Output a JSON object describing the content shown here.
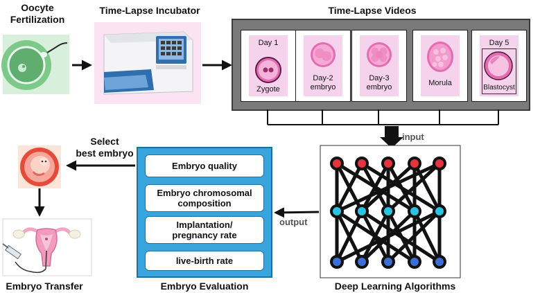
{
  "titles": {
    "oocyte": "Oocyte\nFertilization",
    "incubator": "Time-Lapse Incubator",
    "videos": "Time-Lapse Videos",
    "select": "Select\nbest embryo",
    "transfer": "Embryo Transfer",
    "evaluation": "Embryo Evaluation",
    "deep_learning": "Deep Learning Algorithms"
  },
  "arrow_labels": {
    "input": "input",
    "output": "output"
  },
  "frames": [
    {
      "top": "Day 1",
      "bottom": "Zygote"
    },
    {
      "top": "",
      "bottom": "Day-2\nembryo"
    },
    {
      "top": "",
      "bottom": "Day-3\nembryo"
    },
    {
      "top": "",
      "bottom": "Morula"
    },
    {
      "top": "Day 5",
      "bottom": "Blastocyst"
    }
  ],
  "evaluation_items": [
    "Embryo quality",
    "Embryo chromosomal\ncomposition",
    "Implantation/\npregnancy rate",
    "live-birth rate"
  ],
  "colors": {
    "node_top": "#e5343f",
    "node_mid": "#2bc3df",
    "node_bot": "#3b6fd6",
    "eval_bg": "#3aa5dc",
    "card_pink": "#f6d3ec",
    "oocyte_green": "#7cc98a"
  }
}
